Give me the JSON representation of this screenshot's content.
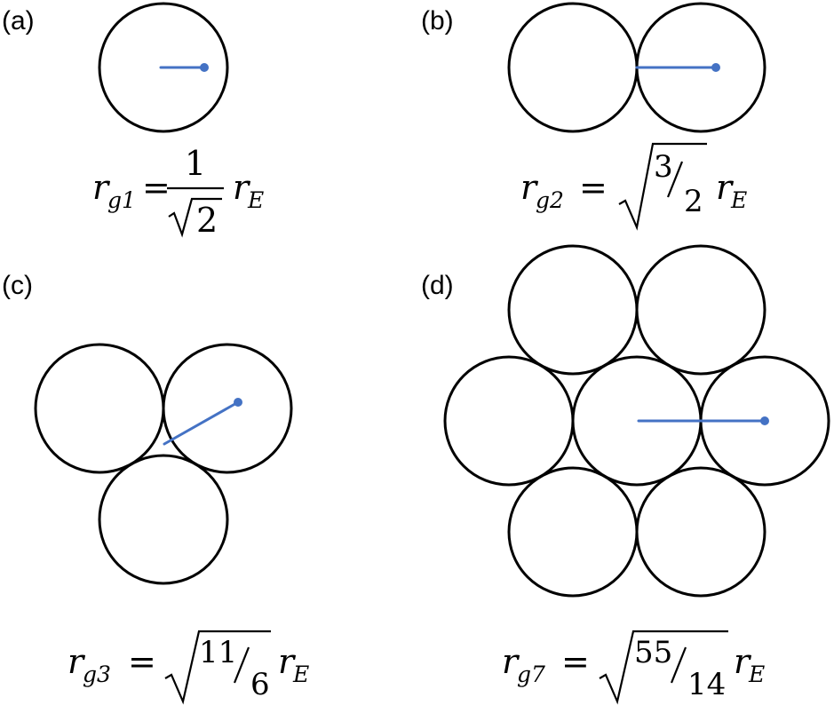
{
  "colors": {
    "line": "#000000",
    "accent": "#4472C4",
    "background": "#ffffff"
  },
  "panels": [
    {
      "label": "(a)",
      "formula": {
        "var": "r",
        "sub": "g1",
        "eq": "=",
        "num": "1",
        "den_radicand": "2",
        "tail_var": "r",
        "tail_sub": "E"
      }
    },
    {
      "label": "(b)",
      "formula": {
        "var": "r",
        "sub": "g2",
        "eq": "=",
        "num": "3",
        "den": "2",
        "tail_var": "r",
        "tail_sub": "E"
      }
    },
    {
      "label": "(c)",
      "formula": {
        "var": "r",
        "sub": "g3",
        "eq": "=",
        "num": "11",
        "den": "6",
        "tail_var": "r",
        "tail_sub": "E"
      }
    },
    {
      "label": "(d)",
      "formula": {
        "var": "r",
        "sub": "g7",
        "eq": "=",
        "num": "55",
        "den": "14",
        "tail_var": "r",
        "tail_sub": "E"
      }
    }
  ]
}
